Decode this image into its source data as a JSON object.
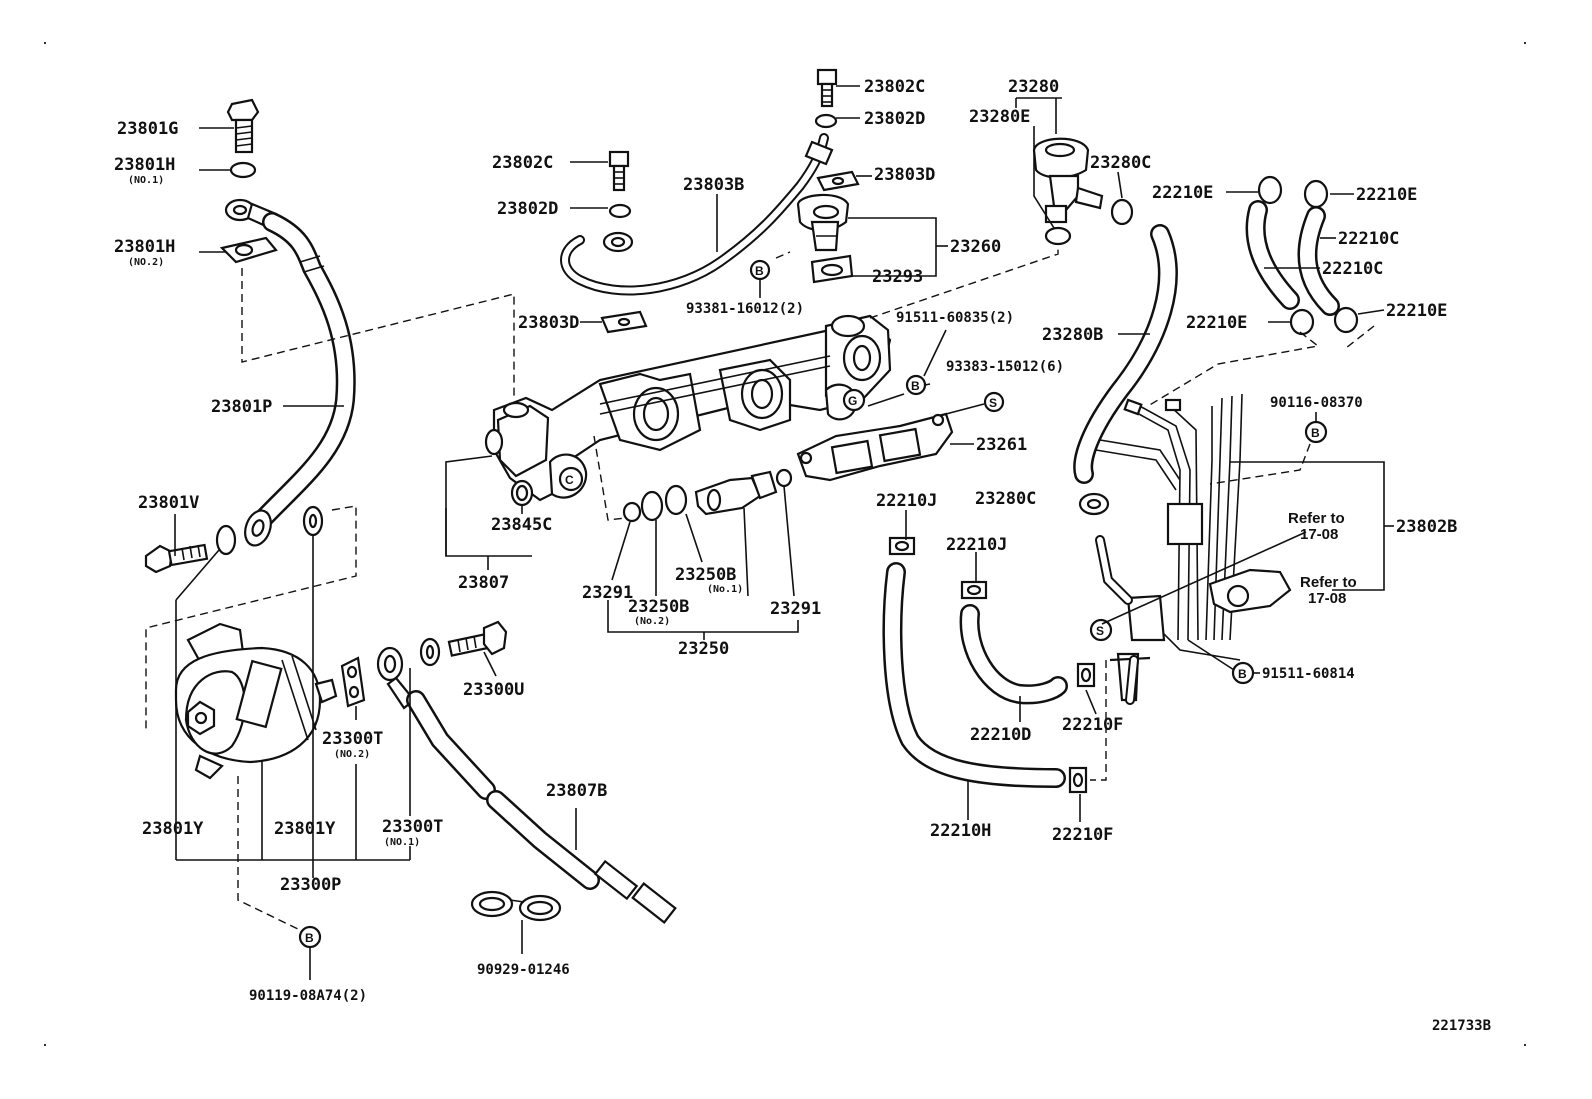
{
  "diagram_id": "221733B",
  "labels": {
    "p23801G": "23801G",
    "p23801H_1": "23801H",
    "p23801H_1_note": "(NO.1)",
    "p23801H_2": "23801H",
    "p23801H_2_note": "(NO.2)",
    "p23801P": "23801P",
    "p23801V": "23801V",
    "p23801Y_a": "23801Y",
    "p23801Y_b": "23801Y",
    "p23300T_2": "23300T",
    "p23300T_2_note": "(NO.2)",
    "p23300T_1": "23300T",
    "p23300T_1_note": "(NO.1)",
    "p23300P": "23300P",
    "p23300U": "23300U",
    "p90119": "90119-08A74(2)",
    "p23807B": "23807B",
    "p90929": "90929-01246",
    "p23802C_a": "23802C",
    "p23802D_a": "23802D",
    "p23803B": "23803B",
    "p23802C_b": "23802C",
    "p23802D_b": "23802D",
    "p23803D_a": "23803D",
    "p23260": "23260",
    "p23293": "23293",
    "p93381": "93381-16012(2)",
    "p23803D_b": "23803D",
    "p91511_60835": "91511-60835(2)",
    "p93383": "93383-15012(6)",
    "p23261": "23261",
    "p23807": "23807",
    "p23845C": "23845C",
    "p23291_a": "23291",
    "p23291_b": "23291",
    "p23250B_1": "23250B",
    "p23250B_1_note": "(No.1)",
    "p23250B_2": "23250B",
    "p23250B_2_note": "(No.2)",
    "p23250": "23250",
    "p23280": "23280",
    "p23280E": "23280E",
    "p23280C_a": "23280C",
    "p23280B": "23280B",
    "p23280C_b": "23280C",
    "p22210E_a": "22210E",
    "p22210E_b": "22210E",
    "p22210C_a": "22210C",
    "p22210C_b": "22210C",
    "p22210E_c": "22210E",
    "p22210E_d": "22210E",
    "p90116": "90116-08370",
    "p23802B": "23802B",
    "refer1_a": "Refer to",
    "refer1_b": "17-08",
    "refer2_a": "Refer to",
    "refer2_b": "17-08",
    "p91511_60814": "91511-60814",
    "p22210J_a": "22210J",
    "p22210J_b": "22210J",
    "p22210D": "22210D",
    "p22210F_a": "22210F",
    "p22210H": "22210H",
    "p22210F_b": "22210F"
  },
  "symbols": {
    "bolt_marker": "B",
    "stud_marker": "S",
    "fitting_marker": "C",
    "gasket_marker": "G"
  }
}
